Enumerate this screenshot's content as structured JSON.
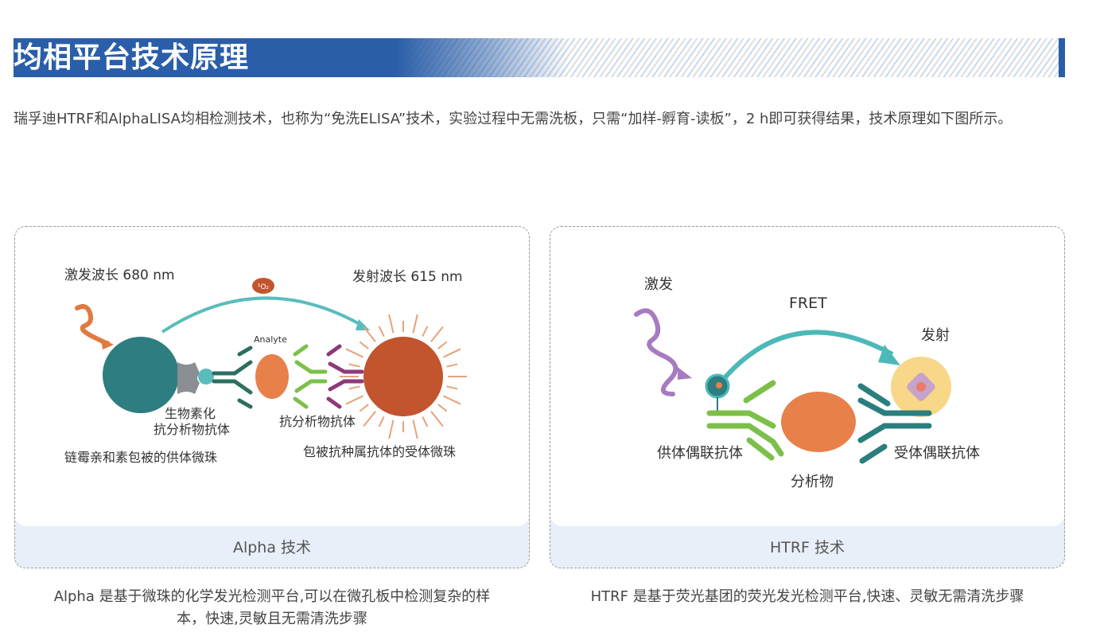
{
  "header": {
    "title": "均相平台技术原理"
  },
  "intro": {
    "text": "瑞孚迪HTRF和AlphaLISA均相检测技术，也称为“免洗ELISA”技术，实验过程中无需洗板，只需“加样-孵育-读板”，2 h即可获得结果，技术原理如下图所示。"
  },
  "alpha": {
    "caption": "Alpha 技术",
    "description": "Alpha 是基于微珠的化学发光检测平台,可以在微孔板中检测复杂的样本，快速,灵敏且无需清洗步骤",
    "labels": {
      "excitation": "激发波长 680 nm",
      "emission": "发射波长 615 nm",
      "singlet_oxygen": "¹O₂",
      "analyte": "Analyte",
      "biotin_ab_1": "生物素化",
      "biotin_ab_2": "抗分析物抗体",
      "anti_analyte_ab": "抗分析物抗体",
      "donor_bead": "链霉亲和素包被的供体微珠",
      "acceptor_bead": "包被抗种属抗体的受体微珠"
    }
  },
  "htrf": {
    "caption": "HTRF 技术",
    "description": "HTRF 是基于荧光基团的荧光发光检测平台,快速、灵敏无需清洗步骤",
    "labels": {
      "excitation": "激发",
      "fret": "FRET",
      "emission": "发射",
      "donor_ab": "供体偶联抗体",
      "acceptor_ab": "受体偶联抗体",
      "analyte": "分析物"
    }
  },
  "colors": {
    "brand": "#2a5ea8",
    "teal": "#2e7d80",
    "orange": "#e8804a",
    "acceptor": "#c2552d"
  }
}
